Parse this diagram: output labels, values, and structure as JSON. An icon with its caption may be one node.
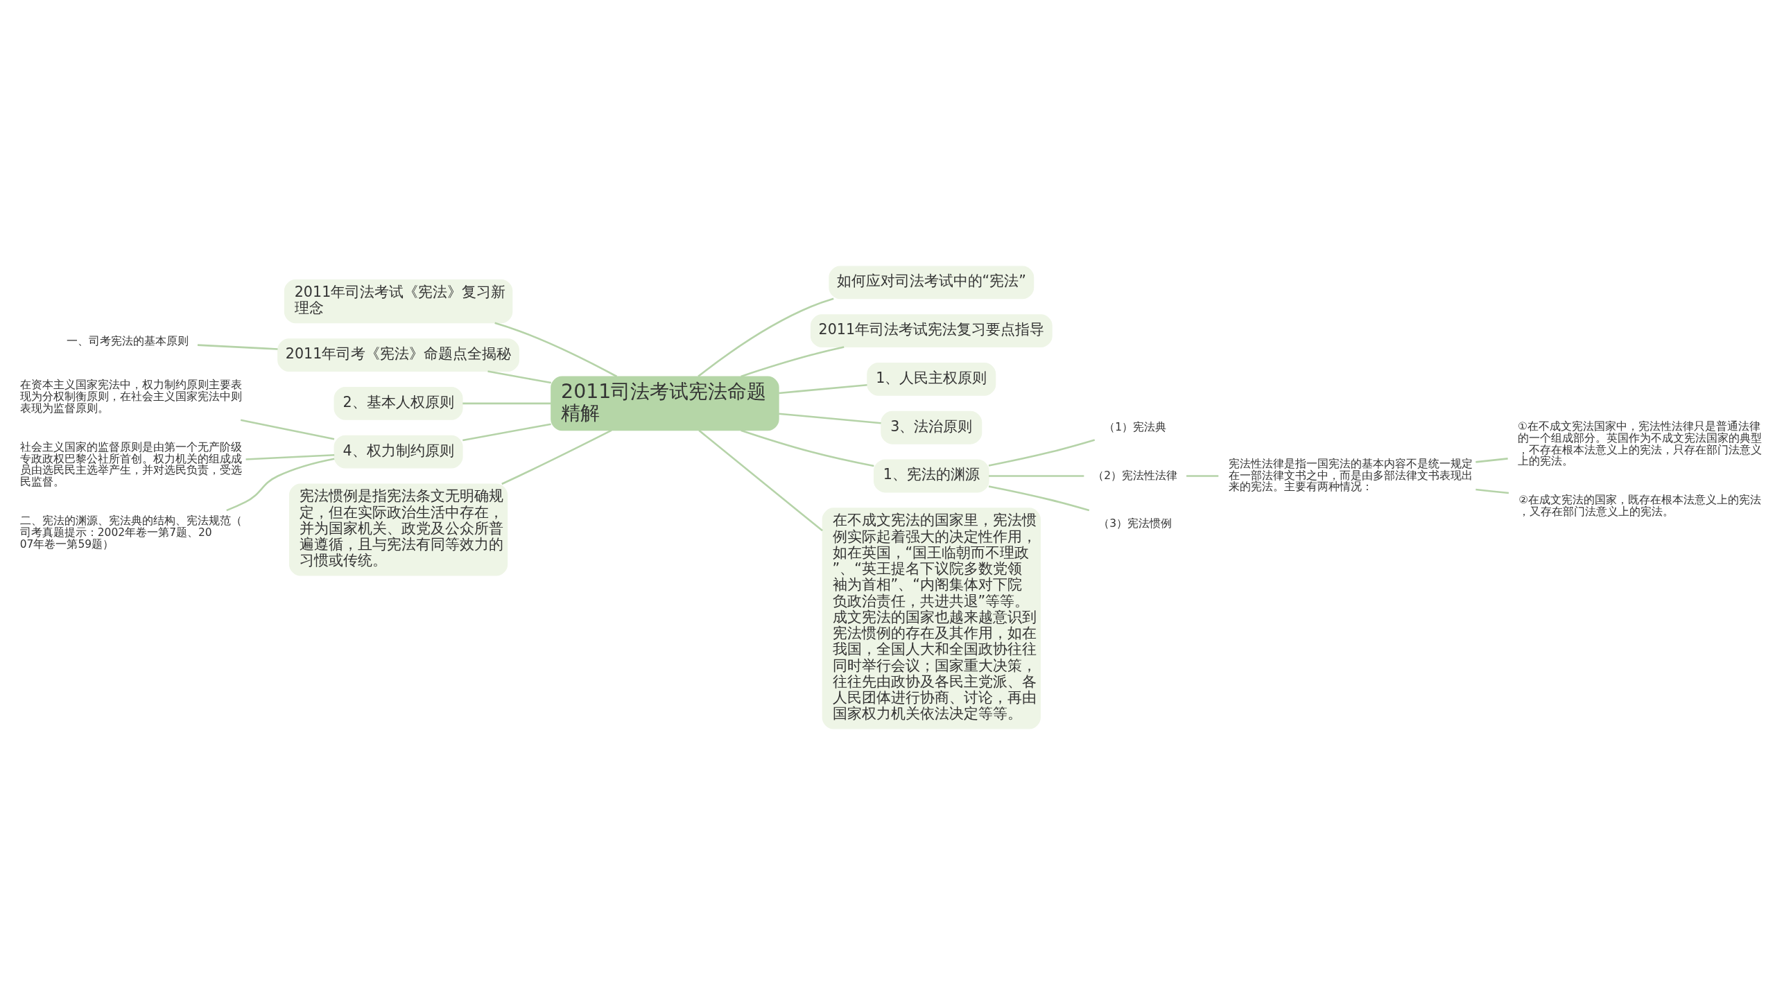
{
  "diagram": {
    "nodes": [
      {
        "text": [
          "2011司法考试宪法命题精解"
        ]
      },
      {
        "text": [
          "如何应对司法考试中的“宪法”"
        ]
      },
      {
        "text": [
          "2011年司法考试宪法复习要点指导"
        ]
      },
      {
        "text": [
          "1、人民主权原则"
        ]
      },
      {
        "text": [
          "3、法治原则"
        ]
      },
      {
        "text": [
          "1、宪法的渊源"
        ]
      },
      {
        "text": [
          "（1）宪法典"
        ]
      },
      {
        "text": [
          "（2）宪法性法律"
        ]
      },
      {
        "text": [
          "宪法性法律是指一国宪法的基本内容不是统一规定在一部法律文书之中，而是由多部法律文书表现出来的宪法。主要有两种情况："
        ]
      },
      {
        "text": [
          "①在不成文宪法国家中，宪法性法律只是普通法律的一个组成部分。英国作为不成文宪法国家的典型，不存在根本法意义上的宪法，只存在部门法意义上的宪法。"
        ]
      },
      {
        "text": [
          "②在成文宪法的国家，既存在根本法意义上的宪法，又存在部门法意义上的宪法。"
        ]
      },
      {
        "text": [
          "（3）宪法惯例"
        ]
      },
      {
        "text": [
          "在不成文宪法的国家里，宪法惯例实际起着强大的决定性作用，如在英国，“国王临朝而不理政”、“英王提名下议院多数党领袖为首相”、“内阁集体对下院负政治责任，共进共退”等等。成文宪法的国家也越来越意识到宪法惯例的存在及其作用，如在我国，全国人大和全国政协往往同时举行会议；国家重大决策，往往先由政协及各民主党派、各人民团体进行协商、讨论，再由国家权力机关依法决定等等。"
        ]
      },
      {
        "text": [
          "2011年司法考试《宪法》复习新理念"
        ]
      },
      {
        "text": [
          "2011年司考《宪法》命题点全揭秘"
        ]
      },
      {
        "text": [
          "一、司考宪法的基本原则"
        ]
      },
      {
        "text": [
          "2、基本人权原则"
        ]
      },
      {
        "text": [
          "4、权力制约原则"
        ]
      },
      {
        "text": [
          "在资本主义国家宪法中，权力制约原则主要表现为分权制衡原则，在社会主义国家宪法中则表现为监督原则。"
        ]
      },
      {
        "text": [
          "社会主义国家的监督原则是由第一个无产阶级专政政权巴黎公社所首创。权力机关的组成成员由选民民主选举产生，并对选民负责，受选民监督。"
        ]
      },
      {
        "text": [
          "二、宪法的渊源、宪法典的结构、宪法规范（司考真题提示：2002年卷一第7题、2007年卷一第59题）"
        ]
      },
      {
        "text": [
          "宪法惯例是指宪法条文无明确规定，但在实际政治生活中存在，并为国家机关、政党及公众所普遍遵循，且与宪法有同等效力的习惯或传统。"
        ]
      }
    ],
    "edges": [
      {
        "from": 0,
        "to": 1,
        "arrow": "none"
      },
      {
        "from": 0,
        "to": 2,
        "arrow": "none"
      },
      {
        "from": 0,
        "to": 3,
        "arrow": "none"
      },
      {
        "from": 0,
        "to": 4,
        "arrow": "none"
      },
      {
        "from": 0,
        "to": 5,
        "arrow": "none"
      },
      {
        "from": 5,
        "to": 6,
        "arrow": "none"
      },
      {
        "from": 5,
        "to": 7,
        "arrow": "none"
      },
      {
        "from": 7,
        "to": 8,
        "arrow": "none"
      },
      {
        "from": 8,
        "to": 9,
        "arrow": "none"
      },
      {
        "from": 8,
        "to": 10,
        "arrow": "none"
      },
      {
        "from": 5,
        "to": 11,
        "arrow": "none"
      },
      {
        "from": 0,
        "to": 12,
        "arrow": "none"
      },
      {
        "from": 0,
        "to": 13,
        "arrow": "none"
      },
      {
        "from": 0,
        "to": 14,
        "arrow": "none"
      },
      {
        "from": 14,
        "to": 15,
        "arrow": "none"
      },
      {
        "from": 0,
        "to": 16,
        "arrow": "none"
      },
      {
        "from": 0,
        "to": 17,
        "arrow": "none"
      },
      {
        "from": 17,
        "to": 18,
        "arrow": "none"
      },
      {
        "from": 17,
        "to": 19,
        "arrow": "none"
      },
      {
        "from": 17,
        "to": 20,
        "arrow": "none"
      },
      {
        "from": 0,
        "to": 21,
        "arrow": "none"
      }
    ]
  }
}
